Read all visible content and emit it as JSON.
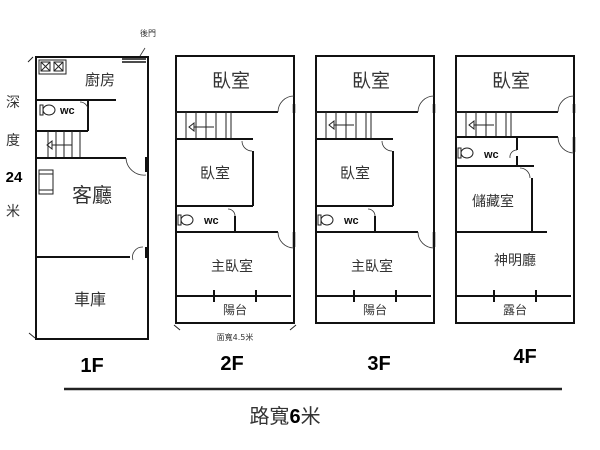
{
  "labels": {
    "back_door": "後門",
    "depth_chars": [
      "深",
      "度",
      "24",
      "米"
    ],
    "width_note": "面寬4.5米",
    "road_prefix": "路寬",
    "road_value": "6",
    "road_unit": "米",
    "wc": "wc"
  },
  "floors": [
    {
      "name": "1F",
      "rooms": {
        "kitchen": "廚房",
        "living": "客廳",
        "garage": "車庫"
      }
    },
    {
      "name": "2F",
      "rooms": {
        "bedroom_front": "臥室",
        "bedroom_mid": "臥室",
        "master": "主臥室",
        "balcony": "陽台"
      }
    },
    {
      "name": "3F",
      "rooms": {
        "bedroom_front": "臥室",
        "bedroom_mid": "臥室",
        "master": "主臥室",
        "balcony": "陽台"
      }
    },
    {
      "name": "4F",
      "rooms": {
        "bedroom_front": "臥室",
        "storage": "儲藏室",
        "shrine": "神明廳",
        "terrace": "露台"
      }
    }
  ]
}
